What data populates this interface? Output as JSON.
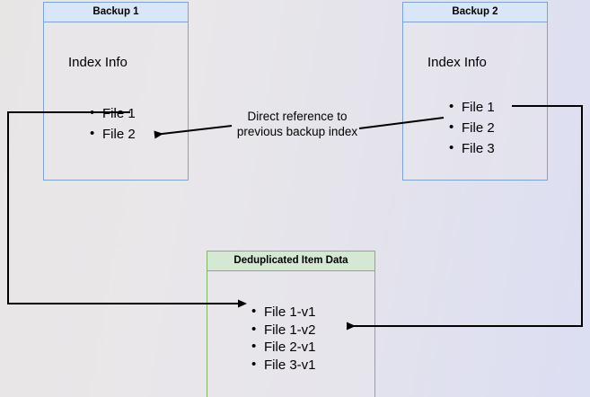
{
  "diagram": {
    "title_hidden": "Backup deduplication reference diagram",
    "background_colors": {
      "left": "#e8e5e5",
      "right": "#dcdef2"
    },
    "palette": {
      "blue_border": "#7fa3d0",
      "blue_header": "#d8e6f8",
      "green_border": "#82b366",
      "green_header": "#d5e8d4",
      "body_fill": "#e8e6ea",
      "connector": "#000000"
    },
    "nodes": {
      "backup1": {
        "title": "Backup 1",
        "section_label": "Index Info",
        "items": [
          "File 1",
          "File 2"
        ]
      },
      "backup2": {
        "title": "Backup 2",
        "section_label": "Index Info",
        "items": [
          "File 1",
          "File 2",
          "File 3"
        ]
      },
      "dedup": {
        "title": "Deduplicated Item Data",
        "items": [
          "File 1-v1",
          "File 1-v2",
          "File 2-v1",
          "File 3-v1"
        ]
      }
    },
    "annotations": {
      "direct_reference": "Direct reference to\nprevious backup index"
    }
  }
}
